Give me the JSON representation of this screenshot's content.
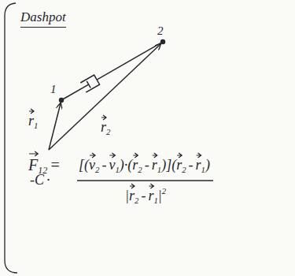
{
  "diagram": {
    "title": "Dashpot",
    "labels": [
      "1",
      "2",
      "r",
      "1",
      "r",
      "2",
      "F",
      "12",
      "=",
      "-C",
      "·",
      "[(",
      "v",
      "2",
      "-",
      "v",
      "1",
      ")·(",
      "r",
      "2",
      "-",
      "r",
      "1",
      ")](",
      "r",
      "2",
      "-",
      "r",
      "1",
      ")",
      "|",
      "r",
      "2",
      "-",
      "r",
      "1",
      "|",
      "2"
    ]
  }
}
